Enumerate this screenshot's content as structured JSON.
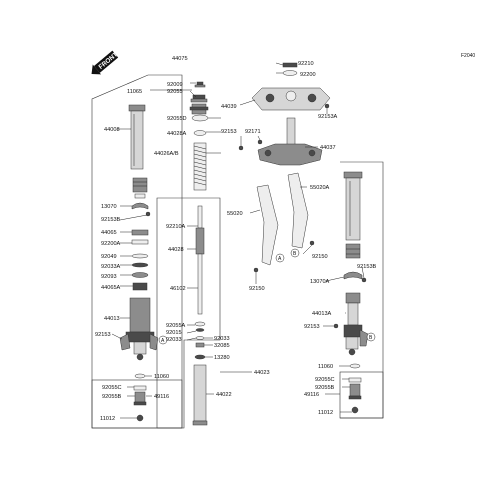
{
  "figure_code": "F2040",
  "front_label": "FRONT",
  "callouts": {
    "a": "A",
    "b": "B"
  },
  "labels": {
    "p44075": "44075",
    "p92210": "92210",
    "p92200": "92200",
    "p92009": "92009",
    "p11065": "11065",
    "p92055": "92055",
    "p44039": "44039",
    "p92055d": "92055D",
    "p44008": "44008",
    "p92153a": "92153A",
    "p44028a": "44028A",
    "p92153_top": "92153",
    "p92171": "92171",
    "p44037": "44037",
    "p44026ab": "44026A/B",
    "p55020a": "55020A",
    "p13070": "13070",
    "p92153b_l": "92153B",
    "p55020": "55020",
    "p44065": "44065",
    "p92210a": "92210A",
    "p92200a": "92200A",
    "p44028": "44028",
    "p92049": "92049",
    "p92033a": "92033A",
    "p92093": "92093",
    "p44065a": "44065A",
    "p92150_a": "92150",
    "p92153b_r": "92153B",
    "p46102": "46102",
    "p13070a": "13070A",
    "p92150_b": "92150",
    "p44013": "44013",
    "p92055a": "92055A",
    "p92015": "92015",
    "p92033": "92033",
    "p32085": "32085",
    "p44013a": "44013A",
    "p92153_l": "92153",
    "p92153_r": "92153",
    "p13280": "13280",
    "p11060_l": "11060",
    "p11060_r": "11060",
    "p44023": "44023",
    "p92055c": "92055C",
    "p92055b_l": "92055B",
    "p49116_l": "49116",
    "p44022": "44022",
    "p92055c_r": "92055C",
    "p92055b_r": "92055B",
    "p49116_r": "49116",
    "p11012_l": "11012",
    "p11012_r": "11012"
  },
  "colors": {
    "line": "#222222",
    "part_fill": "#d6d6d6",
    "part_dark": "#4a4a4a"
  }
}
